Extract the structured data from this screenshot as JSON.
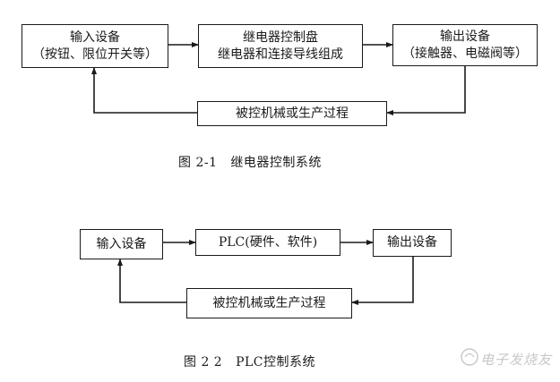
{
  "diagram1": {
    "input_box": {
      "line1": "输入设备",
      "line2": "（按钮、限位开关等）"
    },
    "relay_box": {
      "line1": "继电器控制盘",
      "line2": "继电器和连接导线组成"
    },
    "output_box": {
      "line1": "输出设备",
      "line2": "（接触器、电磁阀等）"
    },
    "plant_box": {
      "label": "被控机械或生产过程"
    },
    "caption": "图 2-1   继电器控制系统"
  },
  "diagram2": {
    "input_box": {
      "label": "输入设备"
    },
    "plc_box": {
      "label": "PLC(硬件、软件)"
    },
    "output_box": {
      "label": "输出设备"
    },
    "plant_box": {
      "label": "被控机械或生产过程"
    },
    "caption": "图 2 2   PLC控制系统"
  },
  "watermark": {
    "text": "电子发烧友"
  },
  "colors": {
    "ink": "#1a1a1a",
    "background": "#ffffff",
    "watermark": "#9a9a9a"
  }
}
